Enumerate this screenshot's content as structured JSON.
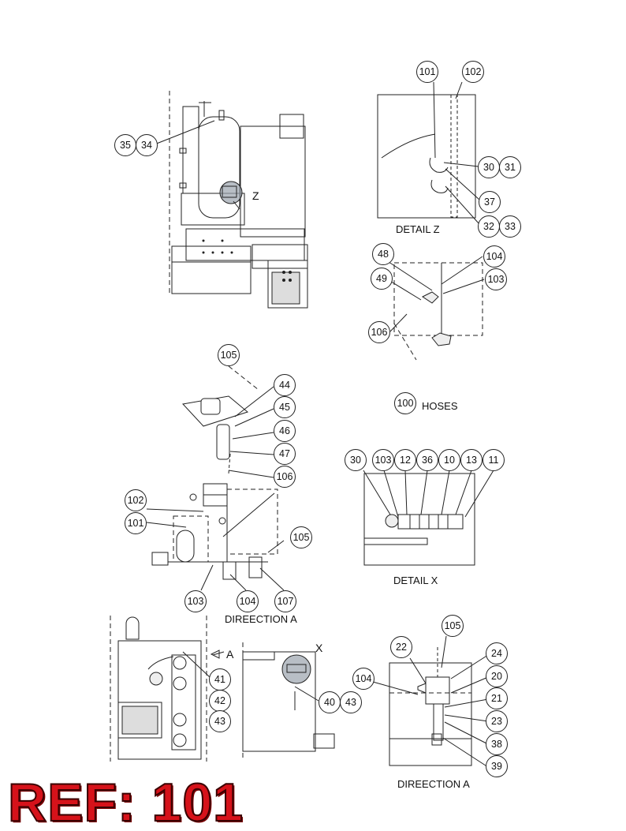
{
  "diagram": {
    "callouts": [
      "101",
      "102",
      "30",
      "31",
      "37",
      "32",
      "33",
      "35",
      "34",
      "48",
      "104",
      "49",
      "103",
      "106",
      "105",
      "44",
      "45",
      "46",
      "47",
      "100",
      "12",
      "36",
      "10",
      "13",
      "11",
      "102b",
      "101b",
      "105b",
      "103b",
      "104b",
      "107",
      "41",
      "42",
      "43",
      "40",
      "43b",
      "105c",
      "22",
      "24",
      "20",
      "21",
      "104c",
      "23",
      "38",
      "39"
    ],
    "bubble_text": {
      "b101": "101",
      "b102": "102",
      "b30": "30",
      "b31": "31",
      "b37": "37",
      "b32": "32",
      "b33": "33",
      "b35": "35",
      "b34": "34",
      "b48": "48",
      "b104": "104",
      "b49": "49",
      "b103": "103",
      "b106": "106",
      "b105": "105",
      "b44": "44",
      "b45": "45",
      "b46": "46",
      "b47": "47",
      "b106b": "106",
      "b100": "100",
      "b30x": "30",
      "b103x": "103",
      "b12": "12",
      "b36": "36",
      "b10": "10",
      "b13": "13",
      "b11": "11",
      "b102b": "102",
      "b101b": "101",
      "b105b": "105",
      "b103b": "103",
      "b104b": "104",
      "b107": "107",
      "b41": "41",
      "b42": "42",
      "b43": "43",
      "b40": "40",
      "b43b": "43",
      "b105c": "105",
      "b22": "22",
      "b24": "24",
      "b20": "20",
      "b21": "21",
      "b104c": "104",
      "b23": "23",
      "b38": "38",
      "b39": "39"
    },
    "labels": {
      "z_marker": "Z",
      "detail_z": "DETAIL Z",
      "hoses": "HOSES",
      "detail_x": "DETAIL X",
      "direction_a_1": "DIREECTION A",
      "direction_a_2": "DIREECTION A",
      "a_marker": "A",
      "x_marker": "X"
    },
    "ref_title": "REF: 101",
    "colors": {
      "line": "#222222",
      "ref_fill": "#d6121a",
      "shade": "#9aa3ad"
    }
  }
}
